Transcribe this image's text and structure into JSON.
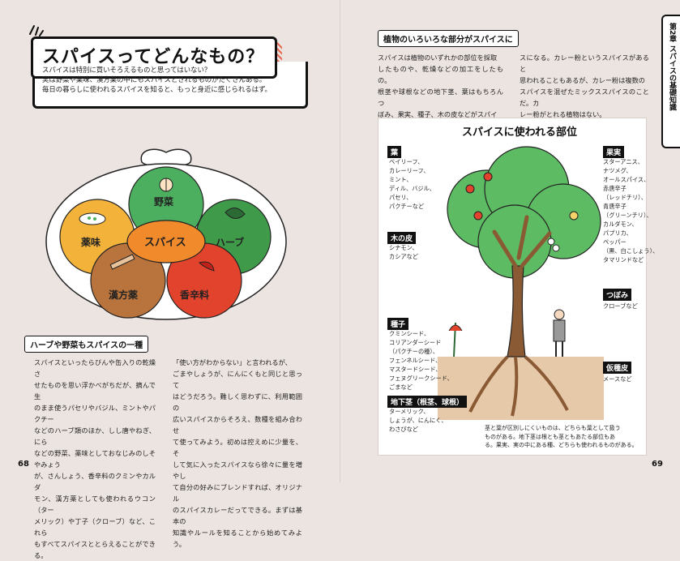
{
  "left": {
    "title": "スパイスってどんなもの？",
    "intro": [
      "スパイスは特別に買いそろえるものと思ってはいない？",
      "実は野菜や薬味、漢方薬の中にもスパイスとされるものがたくさんある。",
      "毎日の暮らしに使われるスパイスを知ると、もっと身近に感じられるはず。"
    ],
    "venn": {
      "center": "スパイス",
      "top": "野菜",
      "left": "薬味",
      "right": "ハーブ",
      "bottom_left": "漢方薬",
      "bottom_right": "香辛料"
    },
    "section_heading": "ハーブや野菜もスパイスの一種",
    "col1": [
      "スパイスといったらびんや缶入りの乾燥さ",
      "せたものを思い浮かべがちだが、摘んで生",
      "のまま使うパセリやバジル、ミントやパクチー",
      "などのハーブ類のほか、しし唐やねぎ、にら",
      "などの野菜、薬味としておなじみのしそやみょう",
      "が、さんしょう、香辛料のクミンやカルダ",
      "モン、漢方薬としても使われるウコン（ター",
      "メリック）や丁子（クローブ）など、これら",
      "もすべてスパイスととらえることができる。"
    ],
    "col2": [
      "「使い方がわからない」と言われるが、",
      "ごまやしょうが、にんにくもと同じと思って",
      "はどうだろう。難しく思わずに、利用範囲の",
      "広いスパイスからそろえ、数種を組み合わせ",
      "て使ってみよう。初めは控えめに少量を、そ",
      "して気に入ったスパイスなら徐々に量を増やし",
      "て自分の好みにブレンドすれば、オリジナル",
      "のスパイスカレーだってできる。まずは基本の",
      "知識やルールを知ることから始めてみよう。"
    ],
    "page_number": "68"
  },
  "right": {
    "section_heading": "植物のいろいろな部分がスパイスに",
    "col1": [
      "スパイスは植物のいずれかの部位を採取",
      "したものや、乾燥などの加工をしたもの。",
      "根茎や球根などの地下茎、葉はもちろんつ",
      "ぼみ、果実、種子、木の皮などがスパイ"
    ],
    "col2": [
      "スになる。カレー粉というスパイスがあると",
      "思われることもあるが、カレー粉は複数の",
      "スパイスを混ぜたミックススパイスのことだ。カ",
      "レー粉がとれる植物はない。"
    ],
    "panel_title": "スパイスに使われる部位",
    "parts": {
      "leaf": {
        "label": "葉",
        "items": [
          "ベイリーフ、",
          "カレーリーフ、",
          "ミント、",
          "ディル、バジル、",
          "パセリ、",
          "パクチーなど"
        ]
      },
      "bark": {
        "label": "木の皮",
        "items": [
          "シナモン、",
          "カシアなど"
        ]
      },
      "seed": {
        "label": "種子",
        "items": [
          "クミンシード、",
          "コリアンダーシード",
          "（パクチーの種）、",
          "フェンネルシード、",
          "マスタードシード、",
          "フェヌグリークシード、",
          "ごまなど"
        ]
      },
      "rhizome": {
        "label": "地下茎（根茎、球根）",
        "items": [
          "ターメリック、",
          "しょうが、にんにく、",
          "わさびなど"
        ]
      },
      "fruit": {
        "label": "果実",
        "items": [
          "スターアニス、",
          "ナツメグ、",
          "オールスパイス、",
          "赤唐辛子",
          "（レッドチリ）、",
          "青唐辛子",
          "（グリーンチリ）、",
          "カルダモン、",
          "パプリカ、",
          "ペッパー",
          "（黒、白こしょう）、",
          "タマリンドなど"
        ]
      },
      "bud": {
        "label": "つぼみ",
        "items": [
          "クローブなど"
        ]
      },
      "pseudo": {
        "label": "仮種皮",
        "items": [
          "メースなど"
        ]
      }
    },
    "note": [
      "茎と葉が区別しにくいものは、どちらも葉として扱う",
      "ものがある。地下茎は根とも茎ともあたる部位もあ",
      "る。果実、実の中にある種、どちらも使われるものがある。"
    ],
    "chapter_tab": "第2章 スパイスの基礎知識",
    "page_number": "69"
  },
  "colors": {
    "background": "#ece4e1",
    "accent_red": "#e86a55",
    "vegetable_green": "#4caf5f",
    "herb_green": "#3f9a4a",
    "yakumi_yellow": "#f3b23a",
    "kanpo_brown": "#b8743c",
    "koshinryo_red": "#e2432d",
    "spice_orange": "#f18a2b",
    "tree_green": "#5dbb63",
    "soil": "#e6c9a8"
  }
}
